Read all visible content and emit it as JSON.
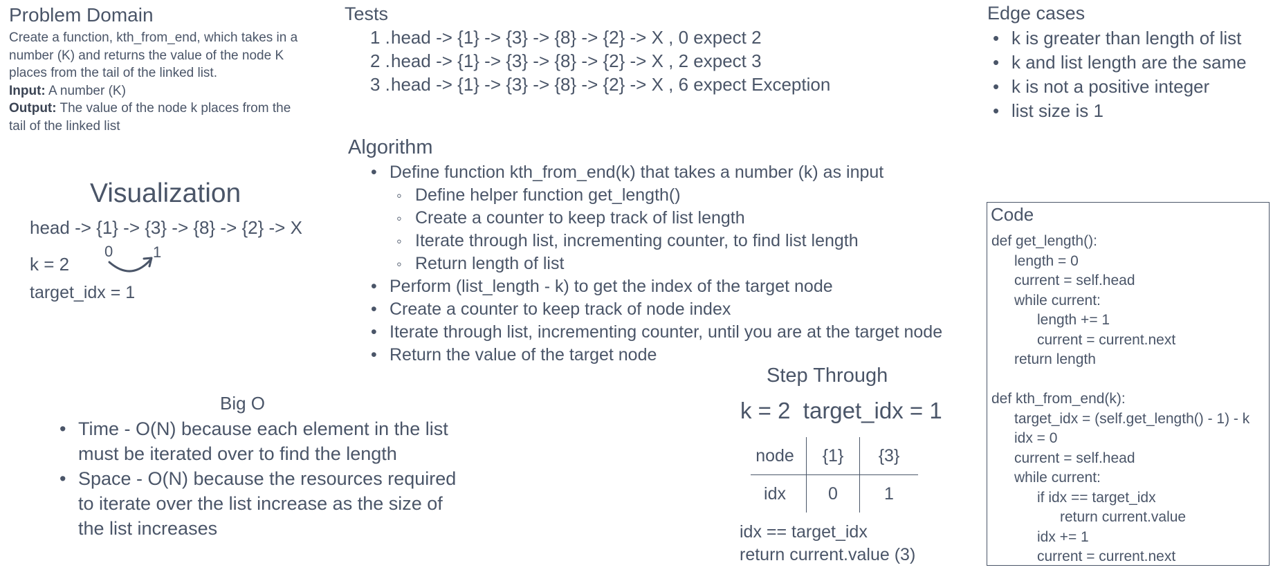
{
  "problem_domain": {
    "title": "Problem Domain",
    "description_lines": [
      "Create a function, kth_from_end, which takes in a",
      "number (K) and returns the value of the node K",
      "places from the tail of the linked list."
    ],
    "input_label": "Input:",
    "input_text": " A number (K)",
    "output_label": "Output:",
    "output_text": " The value of the node k places from the",
    "output_text2": "tail of the linked list"
  },
  "tests": {
    "title": "Tests",
    "items": [
      {
        "num": "1 .",
        "text": "head -> {1} -> {3} -> {8} -> {2} -> X , 0 expect 2"
      },
      {
        "num": "2 .",
        "text": "head -> {1} -> {3} -> {8} -> {2} -> X , 2 expect 3"
      },
      {
        "num": "3 .",
        "text": "head -> {1} -> {3} -> {8} -> {2} -> X , 6 expect Exception"
      }
    ]
  },
  "edge_cases": {
    "title": "Edge cases",
    "items": [
      "k is greater than length of list",
      "k and list length are the same",
      "k is not a positive integer",
      "list size is 1"
    ]
  },
  "visualization": {
    "title": "Visualization",
    "list": "head -> {1} -> {3} -> {8} -> {2} -> X",
    "k_line": "k = 2",
    "from_label": "0",
    "to_label": "1",
    "target_line": "target_idx = 1"
  },
  "algorithm": {
    "title": "Algorithm",
    "step1": "Define function kth_from_end(k) that takes a number (k) as input",
    "substeps": [
      "Define helper function get_length()",
      "Create a counter to keep track of list length",
      "Iterate through list, incrementing counter, to find list length",
      "Return length of list"
    ],
    "steps": [
      "Perform (list_length - k) to get the index of the target node",
      "Create a counter to keep track of node index",
      "Iterate through list, incrementing counter, until you are at the target node",
      "Return the value of the target node"
    ]
  },
  "big_o": {
    "title": "Big O",
    "items": [
      "Time - O(N) because each element in the list must be iterated over to find the length",
      "Space - O(N) because the resources required to iterate over the list increase as the size of the list increases"
    ]
  },
  "step_through": {
    "title": "Step Through",
    "header": "k = 2  target_idx = 1",
    "table": {
      "row1": [
        "node",
        "{1}",
        "{3}"
      ],
      "row2": [
        "idx",
        "0",
        "1"
      ]
    },
    "line1": "idx == target_idx",
    "line2": "return current.value (3)"
  },
  "code": {
    "title": "Code",
    "lines": [
      {
        "indent": 0,
        "text": "def get_length():"
      },
      {
        "indent": 1,
        "text": "length = 0"
      },
      {
        "indent": 1,
        "text": "current = self.head"
      },
      {
        "indent": 1,
        "text": "while current:"
      },
      {
        "indent": 2,
        "text": "length += 1"
      },
      {
        "indent": 2,
        "text": "current = current.next"
      },
      {
        "indent": 1,
        "text": "return length"
      },
      {
        "indent": 0,
        "text": ""
      },
      {
        "indent": 0,
        "text": "def kth_from_end(k):"
      },
      {
        "indent": 1,
        "text": "target_idx = (self.get_length() - 1) - k"
      },
      {
        "indent": 1,
        "text": "idx = 0"
      },
      {
        "indent": 1,
        "text": "current = self.head"
      },
      {
        "indent": 1,
        "text": "while current:"
      },
      {
        "indent": 2,
        "text": "if idx == target_idx"
      },
      {
        "indent": 3,
        "text": "return current.value"
      },
      {
        "indent": 2,
        "text": "idx += 1"
      },
      {
        "indent": 2,
        "text": "current = current.next"
      }
    ]
  }
}
